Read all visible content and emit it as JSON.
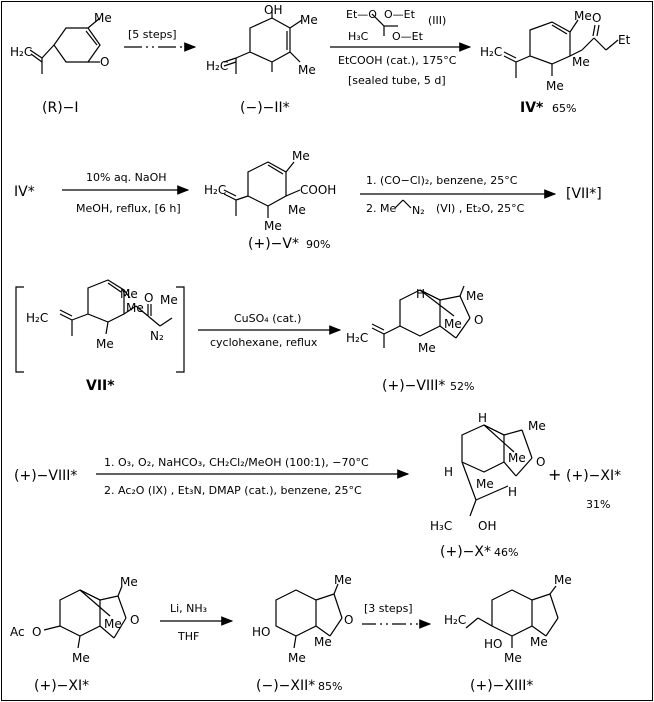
{
  "scheme": {
    "row1": {
      "start_label": "(R)−I",
      "start_groups": {
        "me": "Me",
        "o": "O",
        "h2c": "H₂C"
      },
      "arrow1_label": "[5 steps]",
      "ii_label": "(−)−II*",
      "ii_groups": {
        "oh": "OH",
        "h2c": "H₂C",
        "me1": "Me",
        "me2": "Me"
      },
      "reagent_orthoester_left": "Et—O",
      "reagent_orthoester_right1": "O—Et",
      "reagent_orthoester_bottom": "H₃C",
      "reagent_orthoester_right2": "O—Et",
      "reagent_iii": "(III)",
      "arrow2_conditions1": "EtCOOH (cat.), 175°C",
      "arrow2_conditions2": "[sealed tube, 5 d]",
      "iv_label": "IV*",
      "iv_yield": "65%",
      "iv_groups": {
        "me1": "Me",
        "me2": "Me",
        "me3": "Me",
        "o": "O",
        "et": "Et",
        "h2c": "H₂C"
      }
    },
    "row2": {
      "iv_start": "IV*",
      "arrow_top": "10% aq. NaOH",
      "arrow_bottom": "MeOH, reflux, [6 h]",
      "v_label": "(+)−V*",
      "v_yield": "90%",
      "v_groups": {
        "me1": "Me",
        "me2": "Me",
        "me3": "Me",
        "cooh": "COOH",
        "h2c": "H₂C"
      },
      "arrow2_step1": "1. (CO−Cl)₂, benzene, 25°C",
      "arrow2_step2a": "2. Me",
      "arrow2_step2_n2": "N₂",
      "arrow2_step2b": "(VI) , Et₂O, 25°C",
      "vii_bracket": "[VII*]"
    },
    "row3": {
      "vii_label": "VII*",
      "vii_groups": {
        "me1": "Me",
        "me2": "Me",
        "me3": "Me",
        "me4": "Me",
        "o": "O",
        "n2": "N₂",
        "h2c": "H₂C"
      },
      "arrow_top": "CuSO₄ (cat.)",
      "arrow_bottom": "cyclohexane, reflux",
      "viii_label": "(+)−VIII*",
      "viii_yield": "52%",
      "viii_groups": {
        "h": "H",
        "me1": "Me",
        "me2": "Me",
        "me3": "Me",
        "o": "O",
        "h2c": "H₂C"
      }
    },
    "row4": {
      "viii_start": "(+)−VIII*",
      "arrow_top": "1. O₃, O₂, NaHCO₃,  CH₂Cl₂/MeOH (100:1), −70°C",
      "arrow_bottom": "2. Ac₂O  (IX) , Et₃N, DMAP (cat.), benzene, 25°C",
      "x_label": "(+)−X*",
      "x_yield": "46%",
      "x_groups": {
        "h1": "H",
        "h2": "H",
        "h3": "H",
        "me1": "Me",
        "me2": "Me",
        "me3": "Me",
        "o": "O",
        "h3c": "H₃C",
        "oh": "OH"
      },
      "plus": "+",
      "xi_side_label": "(+)−XI*",
      "xi_side_yield": "31%"
    },
    "row5": {
      "xi_label": "(+)−XI*",
      "xi_groups": {
        "ac": "Ac",
        "o1": "O",
        "me1": "Me",
        "me2": "Me",
        "me3": "Me",
        "o2": "O"
      },
      "arrow1_top": "Li, NH₃",
      "arrow1_bottom": "THF",
      "xii_label": "(−)−XII*",
      "xii_yield": "85%",
      "xii_groups": {
        "ho": "HO",
        "me1": "Me",
        "me2": "Me",
        "me3": "Me",
        "o": "O"
      },
      "arrow2_label": "[3 steps]",
      "xiii_label": "(+)−XIII*",
      "xiii_groups": {
        "h2c": "H₂C",
        "ho": "HO",
        "me1": "Me",
        "me2": "Me",
        "me3": "Me"
      }
    }
  }
}
